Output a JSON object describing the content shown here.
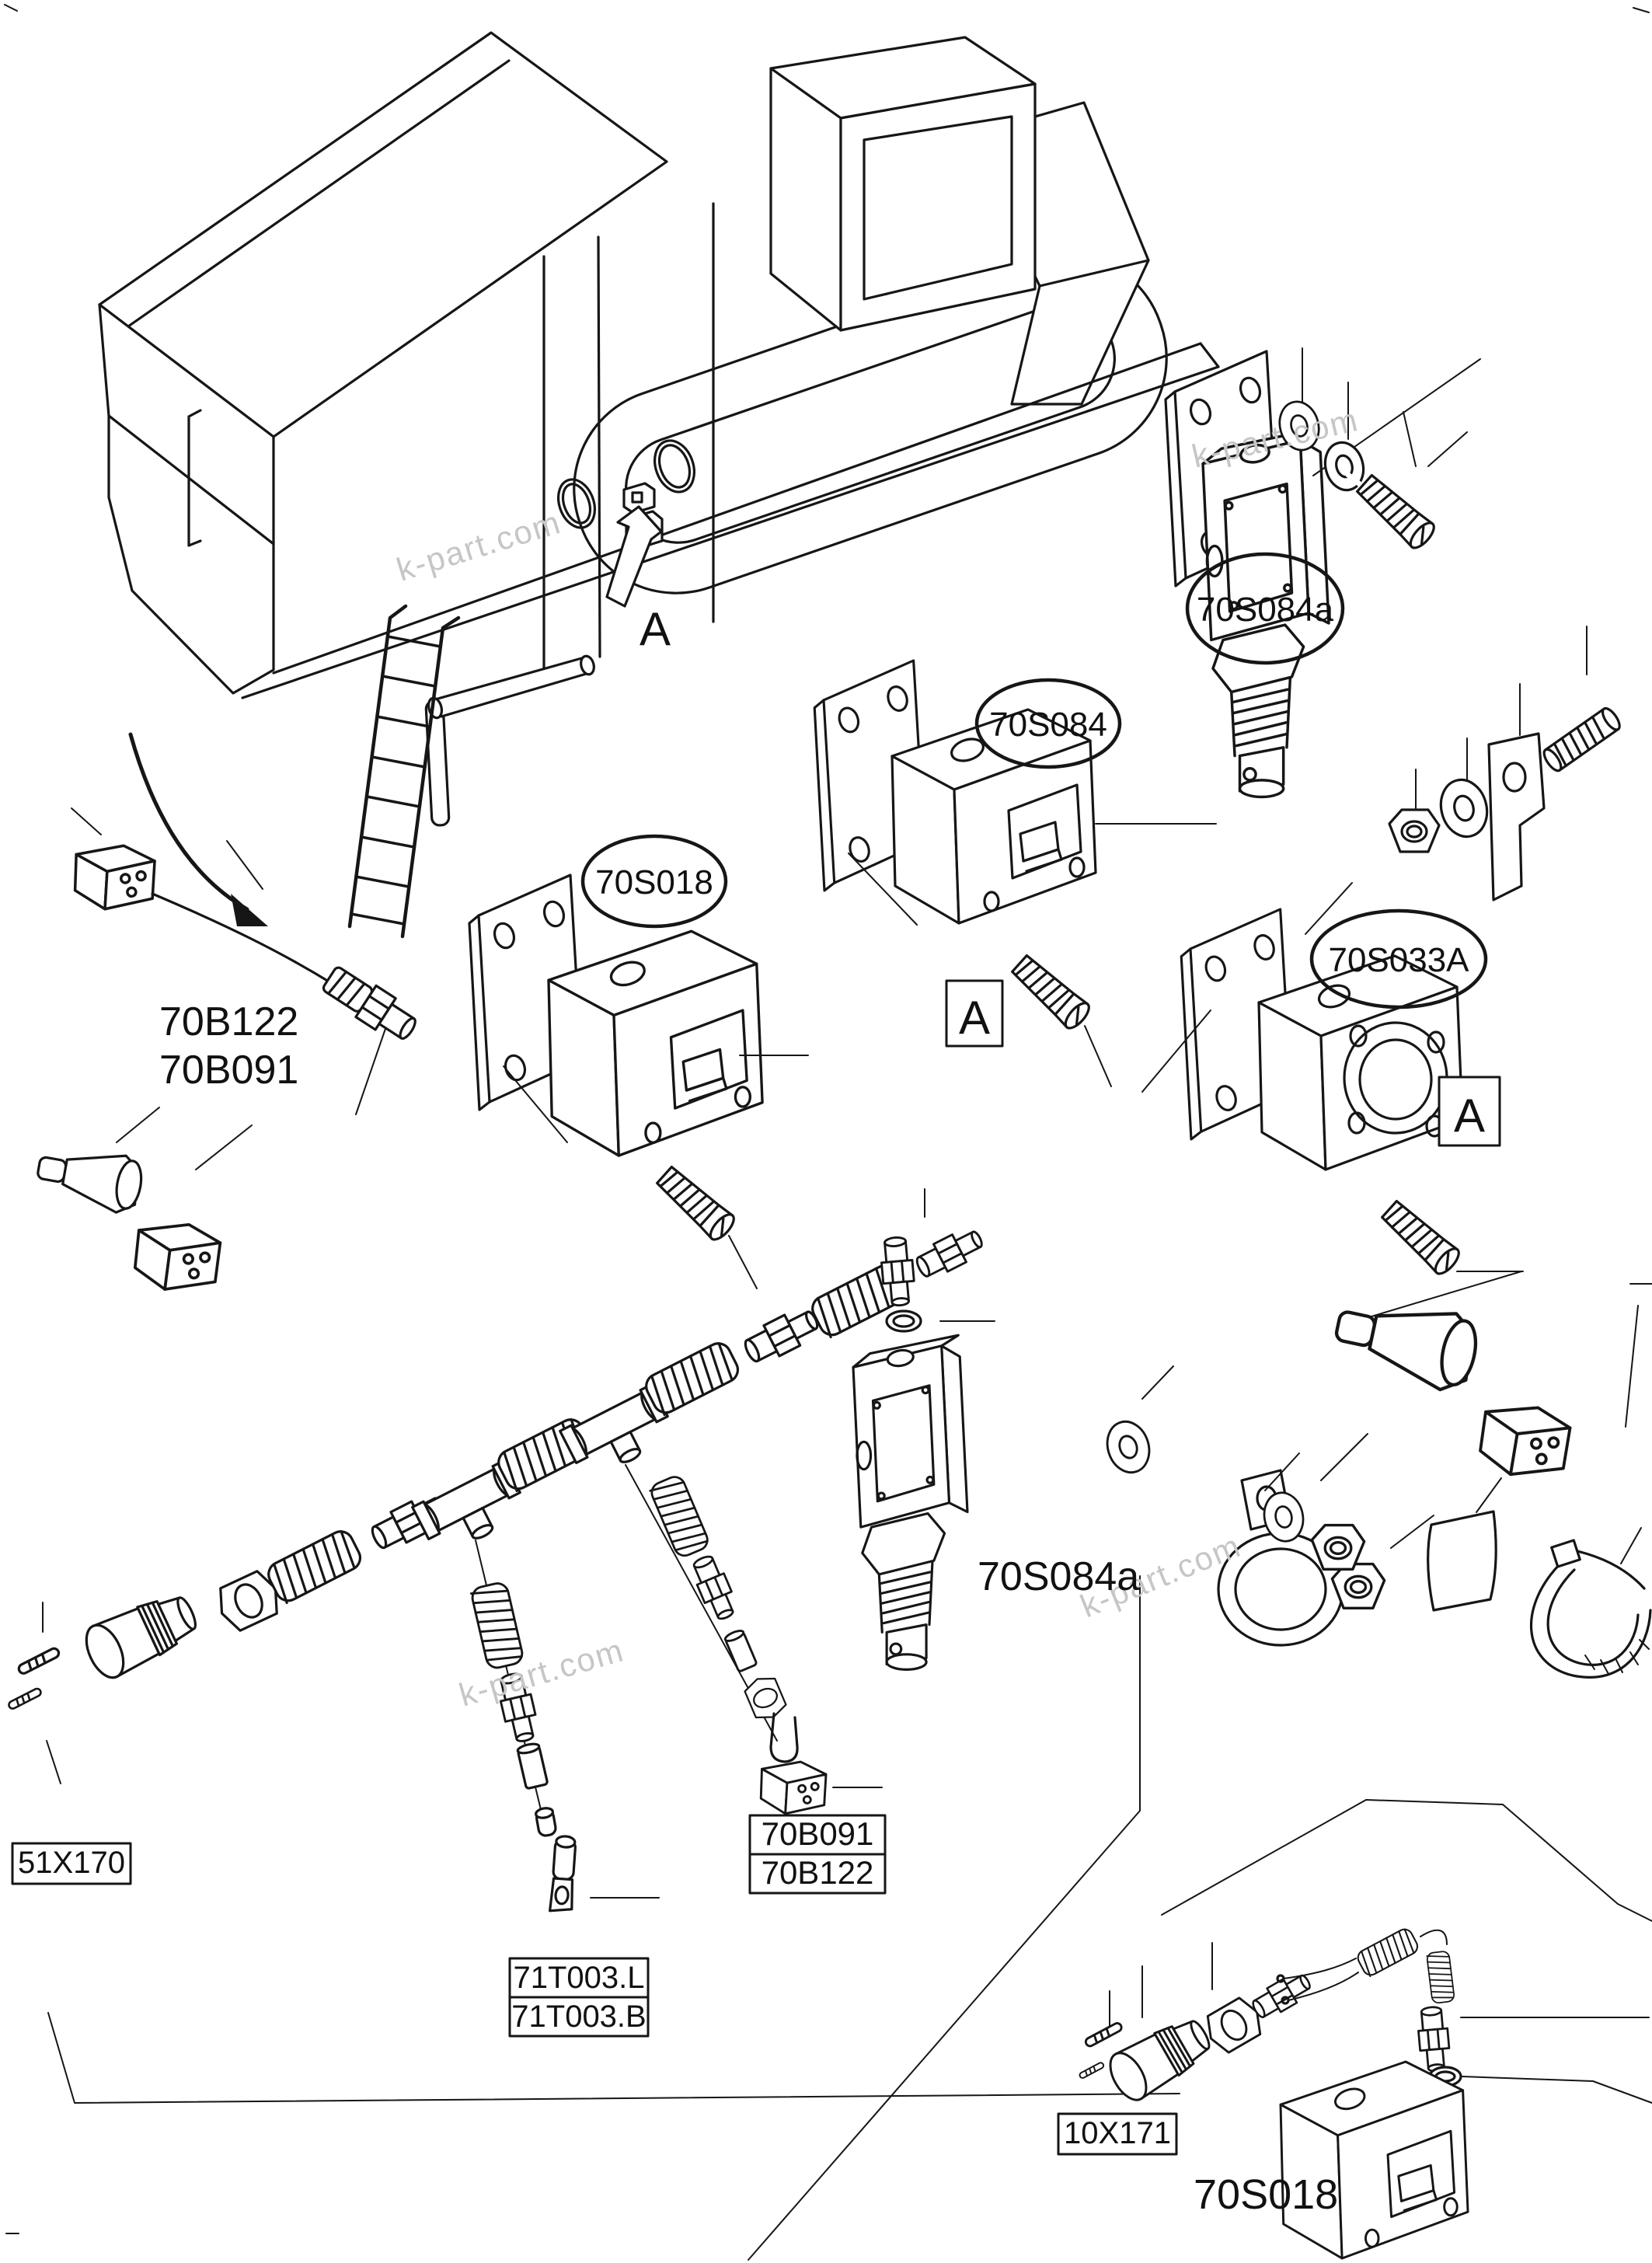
{
  "page": {
    "kind": "exploded-parts-diagram",
    "background": "#ffffff",
    "line_color": "#161616"
  },
  "watermark": {
    "text": "k-part.com",
    "color": "#c6c6c6"
  },
  "labels": {
    "oval_70s084a": "70S084a",
    "oval_70s084": "70S084",
    "oval_70s018": "70S018",
    "oval_70s033a": "70S033A",
    "marker_a_machine": "A",
    "marker_a_70s084": "A",
    "marker_a_70s033a": "A",
    "text_70b122_left": "70B122",
    "text_70b091_left": "70B091",
    "text_70s084a_mid": "70S084a",
    "text_70s018_bottom": "70S018",
    "box_51x170": "51X170",
    "box_70b091": "70B091",
    "box_70b122": "70B122",
    "box_71t003l": "71T003.L",
    "box_71t003b": "71T003.B",
    "box_10x171": "10X171"
  }
}
